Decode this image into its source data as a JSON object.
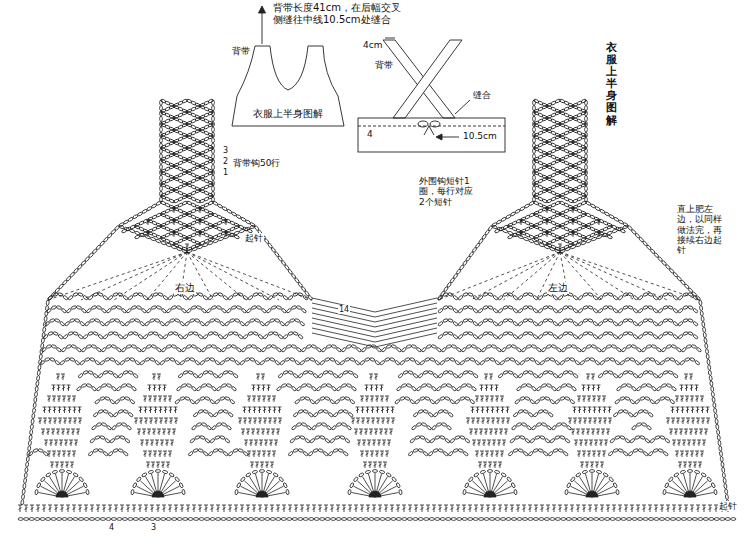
{
  "diagram": {
    "title": "衣服上半身图解",
    "nodes": [
      {
        "text": [
          "衣服上半身图解"
        ]
      }
    ],
    "labels": [
      "背带长度41cm，在后幅交叉 侧缝往中线10.5cm处缝合",
      "背带",
      "4cm",
      "背带",
      "缝合",
      "4",
      "10.5cm",
      "背带钩50行",
      "3",
      "2",
      "1",
      "起针",
      "右边",
      "左边",
      "14",
      "外围钩短针1圈，每行对应2个短针",
      "直上肥左边，以同样做法完，再接续右边起针",
      "起针",
      "4",
      "3"
    ]
  }
}
